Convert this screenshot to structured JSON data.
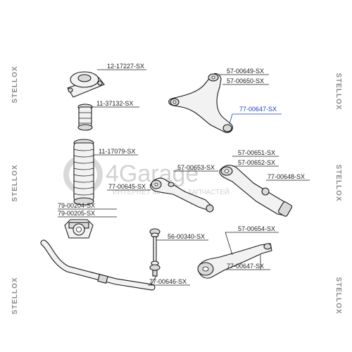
{
  "watermark": {
    "side_text": "STELLOX",
    "brand_logo": "4Garage",
    "brand_sub": "ИНТЕРНЕТ МАГАЗИН ЗАПЧАСТЕЙ"
  },
  "labels": {
    "l_12_17227": "12-17227-SX",
    "l_11_37132": "11-37132-SX",
    "l_11_17079": "11-17079-SX",
    "l_79_00204": "79-00204-SX",
    "l_79_00205": "79-00205-SX",
    "l_57_00649": "57-00649-SX",
    "l_57_00650": "57-00650-SX",
    "l_77_00647_top": "77-00647-SX",
    "l_57_00651": "57-00651-SX",
    "l_57_00652": "57-00652-SX",
    "l_57_00653": "57-00653-SX",
    "l_77_00648": "77-00648-SX",
    "l_77_00645": "77-00645-SX",
    "l_56_00340": "56-00340-SX",
    "l_57_00654": "57-00654-SX",
    "l_77_00647_bot": "77-00647-SX",
    "l_77_00646": "77-00646-SX"
  },
  "colors": {
    "highlight": "#1b3fbf",
    "text": "#222222"
  }
}
